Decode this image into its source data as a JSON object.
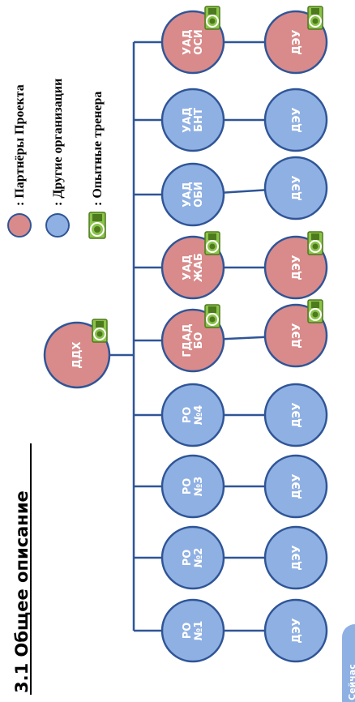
{
  "title": "3.1 Общее описание",
  "colors": {
    "partner_fill": "#D98A8A",
    "partner_stroke": "#2F5597",
    "other_fill": "#8FB0E3",
    "other_stroke": "#2F5597",
    "line": "#2F5597",
    "trainer_green": "#8BC34A",
    "trainer_dark": "#4E7A1E"
  },
  "legend": {
    "partners": ": Партнёры Проекта",
    "others": ": Другие организации",
    "trainers": ": Опытные тренера"
  },
  "root": {
    "label1": "ДДХ",
    "label2": "",
    "kind": "partner",
    "trainer": true
  },
  "branches": [
    {
      "top": {
        "label1": "РО",
        "label2": "№1",
        "kind": "other",
        "trainer": false
      },
      "bottom": {
        "label1": "ДЭУ",
        "label2": "",
        "kind": "other",
        "trainer": false
      }
    },
    {
      "top": {
        "label1": "РО",
        "label2": "№2",
        "kind": "other",
        "trainer": false
      },
      "bottom": {
        "label1": "ДЭУ",
        "label2": "",
        "kind": "other",
        "trainer": false
      }
    },
    {
      "top": {
        "label1": "РО",
        "label2": "№3",
        "kind": "other",
        "trainer": false
      },
      "bottom": {
        "label1": "ДЭУ",
        "label2": "",
        "kind": "other",
        "trainer": false
      }
    },
    {
      "top": {
        "label1": "РО",
        "label2": "№4",
        "kind": "other",
        "trainer": false
      },
      "bottom": {
        "label1": "ДЭУ",
        "label2": "",
        "kind": "other",
        "trainer": false
      }
    },
    {
      "top": {
        "label1": "ГДАД",
        "label2": "БО",
        "kind": "partner",
        "trainer": true
      },
      "bottom": {
        "label1": "ДЭУ",
        "label2": "",
        "kind": "partner",
        "trainer": true
      }
    },
    {
      "top": {
        "label1": "УАД",
        "label2": "ЖАБ",
        "kind": "partner",
        "trainer": true
      },
      "bottom": {
        "label1": "ДЭУ",
        "label2": "",
        "kind": "partner",
        "trainer": true
      }
    },
    {
      "top": {
        "label1": "УАД",
        "label2": "ОБИ",
        "kind": "other",
        "trainer": false
      },
      "bottom": {
        "label1": "ДЭУ",
        "label2": "",
        "kind": "other",
        "trainer": false
      }
    },
    {
      "top": {
        "label1": "УАД",
        "label2": "БНТ",
        "kind": "other",
        "trainer": false
      },
      "bottom": {
        "label1": "ДЭУ",
        "label2": "",
        "kind": "other",
        "trainer": false
      }
    },
    {
      "top": {
        "label1": "УАД",
        "label2": "ОСИ",
        "kind": "partner",
        "trainer": true
      },
      "bottom": {
        "label1": "ДЭУ",
        "label2": "",
        "kind": "partner",
        "trainer": true
      }
    }
  ],
  "corner_button": {
    "label": "Сейчас"
  }
}
